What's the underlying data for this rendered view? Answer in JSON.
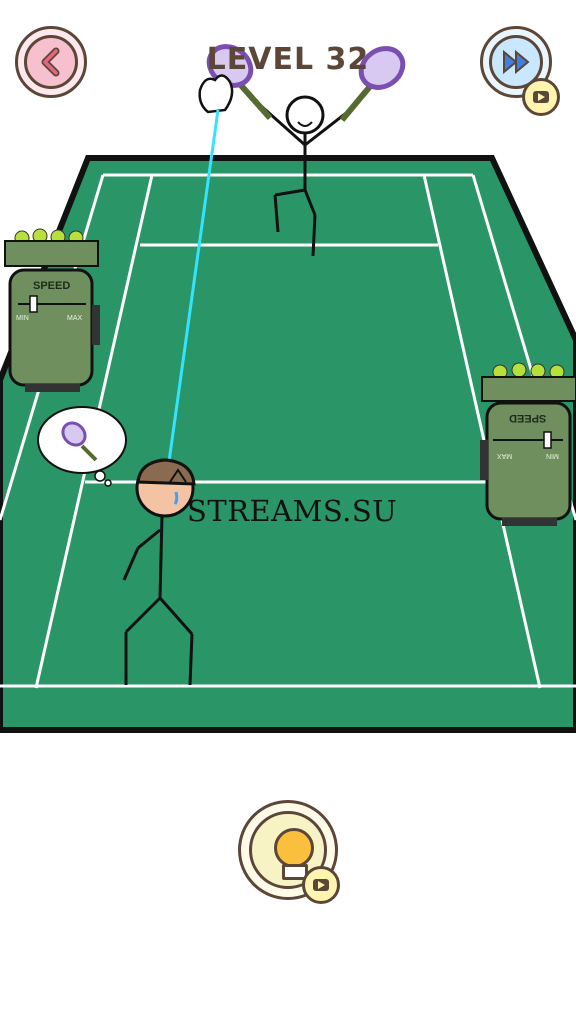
{
  "header": {
    "level_label": "LEVEL 32",
    "back_icon": "chevron-left-icon",
    "skip_icon": "fast-forward-icon",
    "video_icon": "video-camera-icon"
  },
  "machines": {
    "left": {
      "label": "SPEED",
      "min": "MIN",
      "max": "MAX"
    },
    "right": {
      "label": "SPEED",
      "min": "MIN",
      "max": "MAX"
    }
  },
  "watermark": "STREAMS.SU",
  "hint": {
    "icon": "lightbulb-icon",
    "video_icon": "video-camera-icon"
  },
  "colors": {
    "court": "#2a9668",
    "court_lines": "#ffffff",
    "machine_body": "#6f8f5f",
    "laser": "#34e4ff",
    "racket": "#7a4fb0",
    "ink": "#5b4638"
  }
}
